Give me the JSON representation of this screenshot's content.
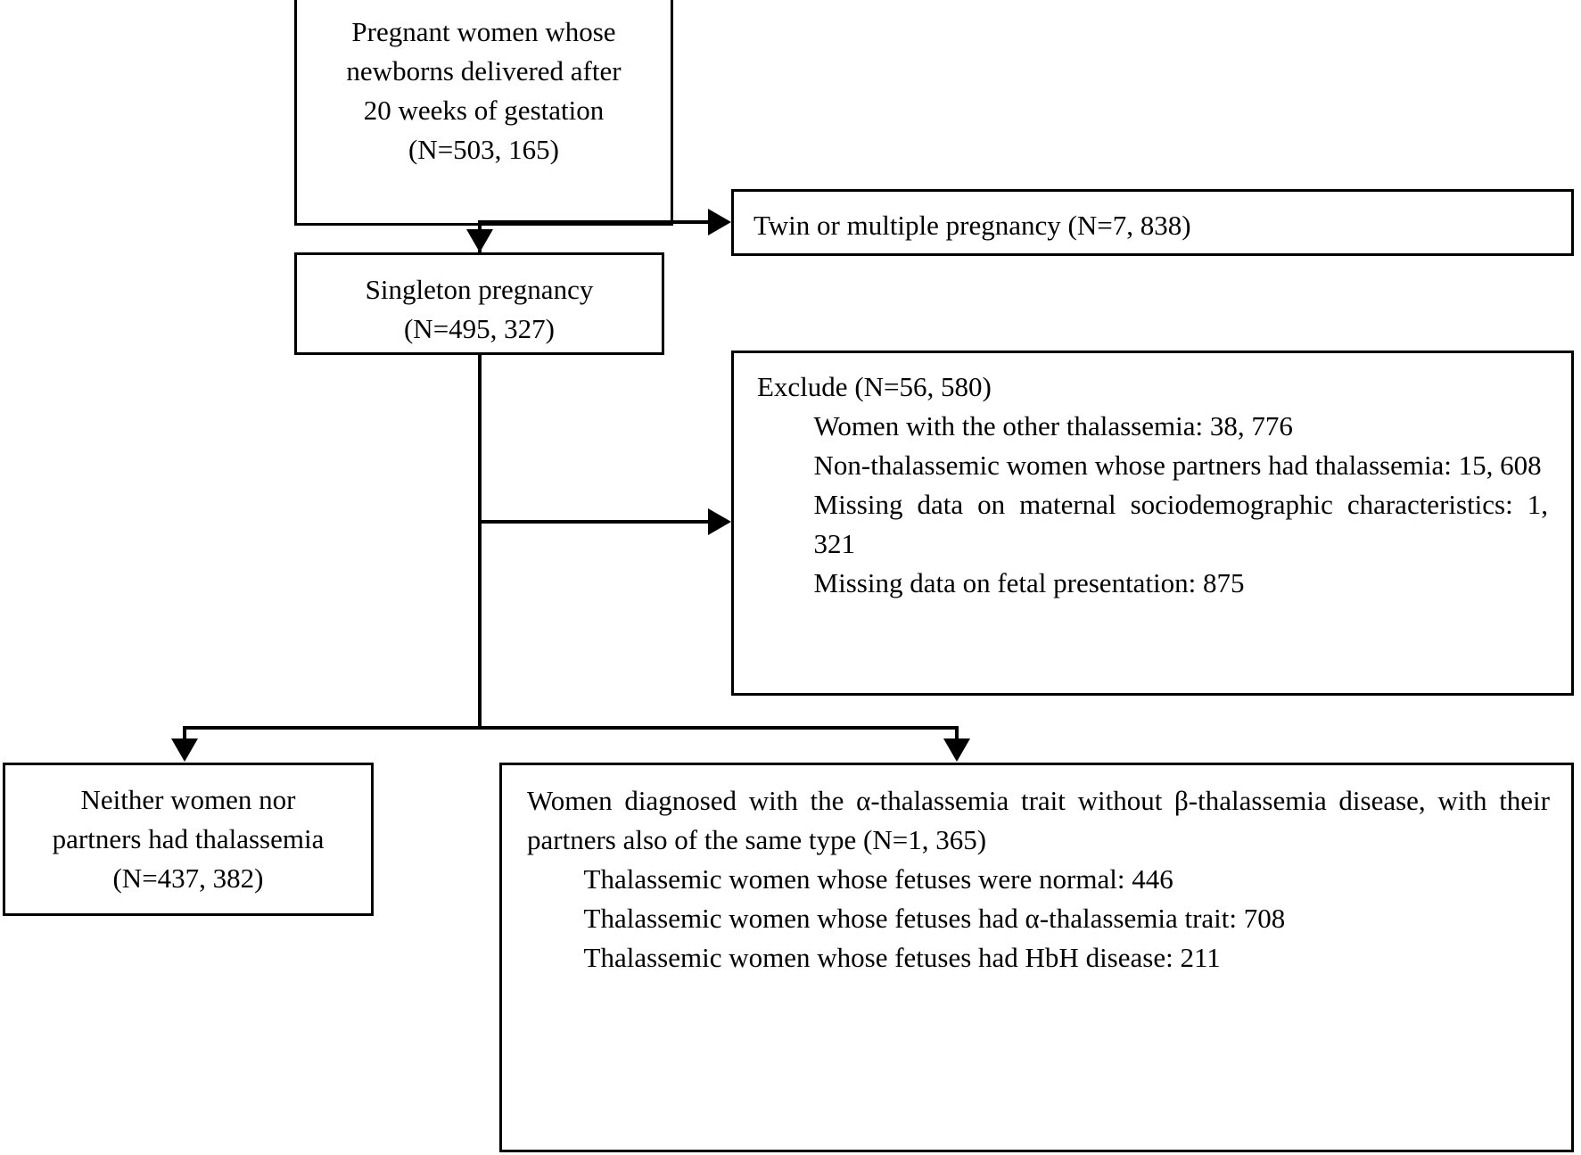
{
  "diagram": {
    "title": "Study population flow diagram",
    "type": "flowchart",
    "stroke_color": "#000000",
    "background_color": "#ffffff"
  },
  "nodes": {
    "source": {
      "name": "source-population-box",
      "lines": [
        "Pregnant women whose",
        "newborns delivered after",
        "20 weeks of gestation",
        "(N=503, 165)"
      ]
    },
    "twin": {
      "name": "twin-exclusion-box",
      "lines": [
        "Twin or multiple pregnancy (N=7, 838)"
      ]
    },
    "singleton": {
      "name": "singleton-box",
      "lines": [
        "Singleton pregnancy",
        "(N=495, 327)"
      ]
    },
    "exclude": {
      "name": "exclude-box",
      "heading": "Exclude (N=56, 580)",
      "items": [
        "Women with the other thalassemia: 38, 776",
        "Non-thalassemic women whose partners had thalassemia: 15, 608",
        "Missing data on maternal sociodemographic characteristics: 1, 321",
        "Missing data on fetal presentation: 875"
      ]
    },
    "neither": {
      "name": "neither-thalassemia-box",
      "lines": [
        "Neither women nor",
        "partners had thalassemia",
        "(N=437, 382)"
      ]
    },
    "alpha": {
      "name": "alpha-thalassemia-box",
      "heading": "Women diagnosed with the α-thalassemia trait without β-thalassemia disease, with their partners also of the same type (N=1, 365)",
      "items": [
        "Thalassemic women whose fetuses were normal: 446",
        "Thalassemic women whose fetuses had α-thalassemia trait: 708",
        "Thalassemic women whose fetuses had HbH disease: 211"
      ]
    }
  },
  "counts": {
    "source_total": "503, 165",
    "twin_or_multiple": "7, 838",
    "singleton": "495, 327",
    "excluded_total": "56, 580",
    "excluded_other_thalassemia": "38, 776",
    "excluded_nonthal_partner_thal": "15, 608",
    "excluded_missing_sociodemographic": "1, 321",
    "excluded_missing_fetal_presentation": "875",
    "neither_had_thalassemia": "437, 382",
    "alpha_trait_couples": "1, 365",
    "fetus_normal": "446",
    "fetus_alpha_trait": "708",
    "fetus_hbh_disease": "211"
  }
}
